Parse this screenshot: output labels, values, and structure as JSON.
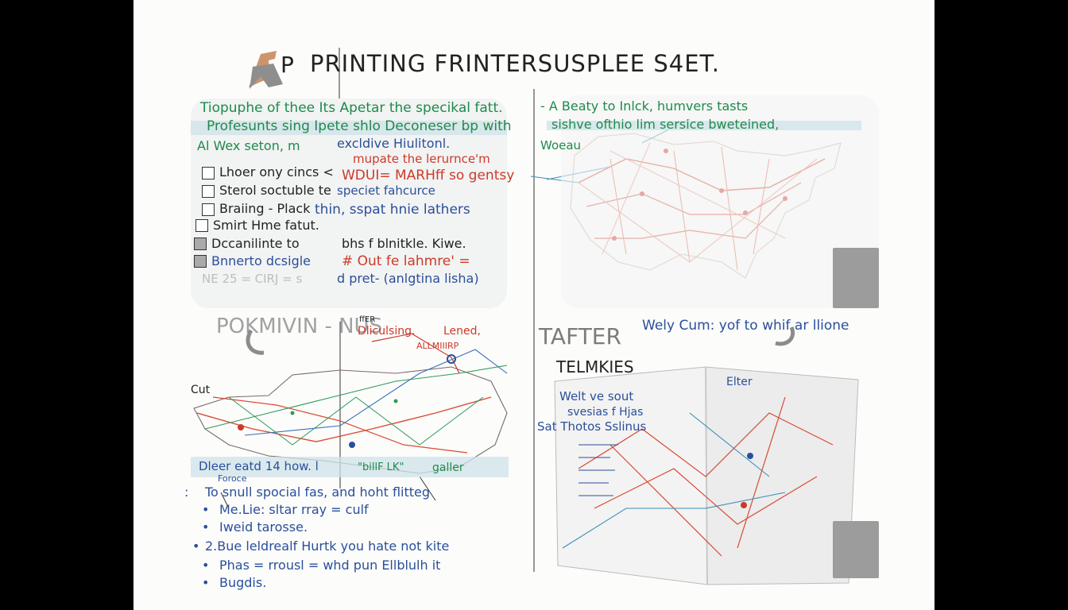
{
  "title": {
    "prefix": "P",
    "main": "PRINTING FRINTERSUSPLEE S4ET."
  },
  "tl": {
    "line1": "Tiopuphe of thee Its Apetar the specikal fatt.",
    "line2": "Profesunts sing Ipete shlo Deconeser bp with",
    "line3a": "Al Wex seton, m",
    "line3b": "excldive Hiulitonl.",
    "red1": "mupate the lerurnce'm",
    "red2": "WDUI= MARHff so gentsy",
    "items": [
      {
        "text": "Lhoer ony cincs <",
        "checked": false
      },
      {
        "text": "Sterol soctuble te",
        "checked": false
      },
      {
        "text": "Braiing - Plack",
        "checked": false
      },
      {
        "text": "Smirt Hme fatut.",
        "checked": false
      },
      {
        "text": "Dccanilinte to",
        "checked": true
      },
      {
        "text": "Bnnerto dcsigle",
        "checked": true
      }
    ],
    "blue1": "speciet fahcurce",
    "blue2": "thin, sspat hnie lathers",
    "dark1": "bhs f blnitkle. Kiwe.",
    "red3": "# Out fe lahmre' =",
    "blue3": "d pret- (anlgtina lisha)",
    "faded": "NE 25 = CIRJ = s"
  },
  "tr": {
    "line1": "- A Beaty to Inlck, humvers tasts",
    "line2": "sishve ofthio lim sersice bweteined,",
    "line3": "Woeau"
  },
  "bl": {
    "header": "POKMIVIN - NUS",
    "small": "ffER",
    "red1": "Dliculsing.",
    "red2": "Lened,",
    "red3": "ALLMIIIRP",
    "cut": "Cut",
    "band": "Dleer eatd 14 how. l",
    "band2": "\"billF LK\"",
    "band3": "galler",
    "forde": "Foroce",
    "list": [
      "To snull spocial fas, and hoht flitteg",
      "Me.Lie: sltar rray = culf",
      "Iweid tarosse.",
      "2.Bue leldrealf Hurtk you hate not kite",
      "Phas = rrousl = whd pun Ellblulh it",
      "Bugdis."
    ]
  },
  "br": {
    "tafter": "TAFTER",
    "telmkies": "TELMKIES",
    "note": "Wely Cum: yof to whif ar llione",
    "book_top": "Elter",
    "book1": "Welt ve sout",
    "book2": "svesias f Hjas",
    "book3": "Sat Thotos Sslinus"
  },
  "colors": {
    "green": "#1f8a4c",
    "blue": "#2a4f9a",
    "red": "#cc3a2a",
    "highlight": "#cfe3ea"
  }
}
